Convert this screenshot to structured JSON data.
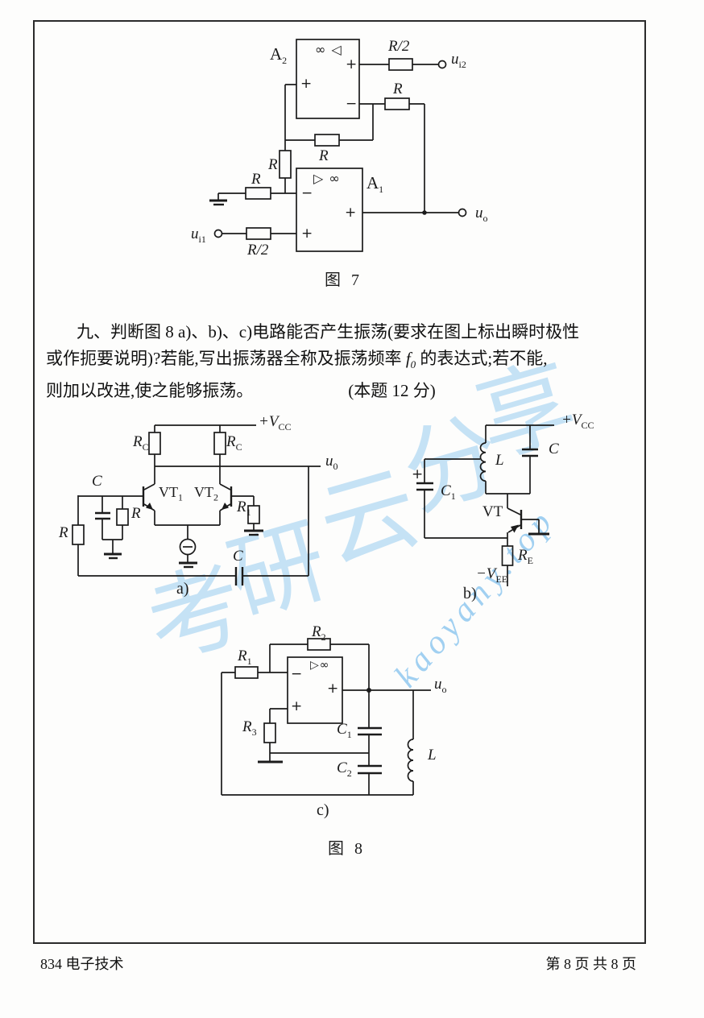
{
  "watermark": {
    "char1": "考",
    "char2": "研",
    "char3": "云",
    "char4": "分",
    "char5": "享",
    "site": "kaoyany.top",
    "color": "#7fc0ea"
  },
  "question": {
    "line1": "九、判断图 8 a)、b)、c)电路能否产生振荡(要求在图上标出瞬时极性",
    "line2_pre": "或作扼要说明)?若能,写出振荡器全称及振荡频率 ",
    "freq_main": "f",
    "freq_sub": "0",
    "line2_post": " 的表达式;若不能,",
    "line3": "则加以改进,使之能够振荡。",
    "line3_score": "(本题 12 分)"
  },
  "fig7": {
    "caption": "图 7",
    "a2_main": "A",
    "a2_sub": "2",
    "a2_symbol": "∞ ◁",
    "a1_main": "A",
    "a1_sub": "1",
    "a1_symbol": "▷ ∞",
    "plus": "+",
    "minus": "−",
    "r_half_top": "R/2",
    "ui2_main": "u",
    "ui2_sub": "i2",
    "r_top": "R",
    "r_mid": "R",
    "r_vert": "R",
    "r_in": "R",
    "ui1_main": "u",
    "ui1_sub": "i1",
    "r_half_bot": "R/2",
    "uo_main": "u",
    "uo_sub": "o"
  },
  "fig8": {
    "caption": "图 8",
    "a": {
      "tag": "a)",
      "vcc_main": "+V",
      "vcc_sub": "CC",
      "rc_left_main": "R",
      "rc_left_sub": "C",
      "rc_right_main": "R",
      "rc_right_sub": "C",
      "uo_main": "u",
      "uo_sub": "0",
      "c_top": "C",
      "r_par": "R",
      "r_left": "R",
      "vt1_main": "VT",
      "vt1_sub": "1",
      "vt2_main": "VT",
      "vt2_sub": "2",
      "r1_main": "R",
      "r1_sub": "1",
      "c_bot": "C"
    },
    "b": {
      "tag": "b)",
      "vcc_main": "+V",
      "vcc_sub": "CC",
      "l": "L",
      "c": "C",
      "plus": "+",
      "c1_main": "C",
      "c1_sub": "1",
      "vt": "VT",
      "re_main": "R",
      "re_sub": "E",
      "vee_main": "−V",
      "vee_sub": "EE"
    },
    "c": {
      "tag": "c)",
      "r1_main": "R",
      "r1_sub": "1",
      "r2_main": "R",
      "r2_sub": "2",
      "r3_main": "R",
      "r3_sub": "3",
      "op_symbol": "▷∞",
      "minus": "−",
      "plus_in": "+",
      "plus_out": "+",
      "uo_main": "u",
      "uo_sub": "o",
      "c1_main": "C",
      "c1_sub": "1",
      "c2_main": "C",
      "c2_sub": "2",
      "l": "L"
    }
  },
  "footer": {
    "left": "834 电子技术",
    "right": "第 8 页 共 8 页"
  }
}
